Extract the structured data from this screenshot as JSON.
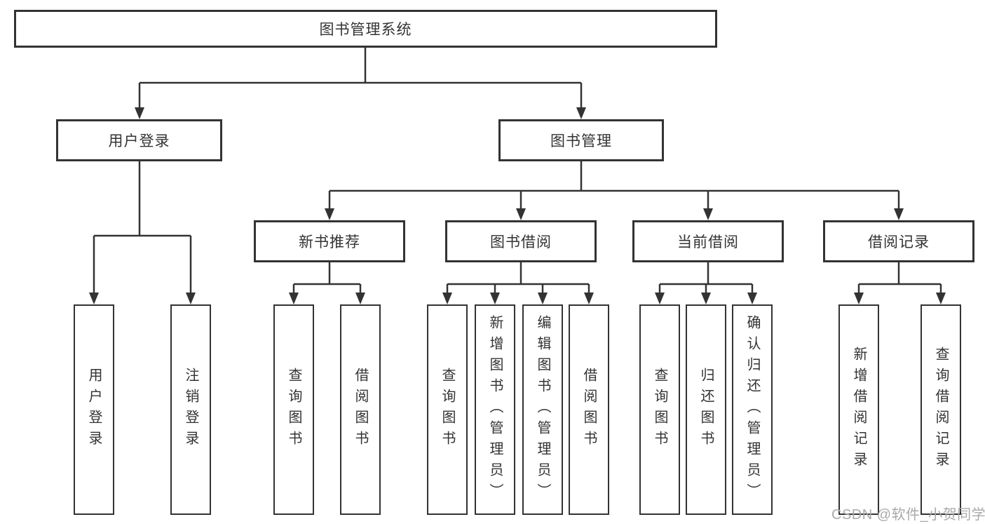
{
  "tree": {
    "label": "图书管理系统",
    "children": [
      {
        "label": "用户登录",
        "children": [
          {
            "label": "用户登录"
          },
          {
            "label": "注销登录"
          }
        ]
      },
      {
        "label": "图书管理",
        "children": [
          {
            "label": "新书推荐",
            "children": [
              {
                "label": "查询图书"
              },
              {
                "label": "借阅图书"
              }
            ]
          },
          {
            "label": "图书借阅",
            "children": [
              {
                "label": "查询图书"
              },
              {
                "label": "新增图书（管理员）"
              },
              {
                "label": "编辑图书（管理员）"
              },
              {
                "label": "借阅图书"
              }
            ]
          },
          {
            "label": "当前借阅",
            "children": [
              {
                "label": "查询图书"
              },
              {
                "label": "归还图书"
              },
              {
                "label": "确认归还（管理员）"
              }
            ]
          },
          {
            "label": "借阅记录",
            "children": [
              {
                "label": "新增借阅记录"
              },
              {
                "label": "查询借阅记录"
              }
            ]
          }
        ]
      }
    ]
  },
  "watermark": {
    "text": "CSDN @软件_小贺同学"
  },
  "colors": {
    "line": "#333333",
    "box_border": "#333333",
    "box_fill": "#ffffff",
    "text": "#333333",
    "background": "#ffffff",
    "watermark": "#a9a9a9"
  }
}
